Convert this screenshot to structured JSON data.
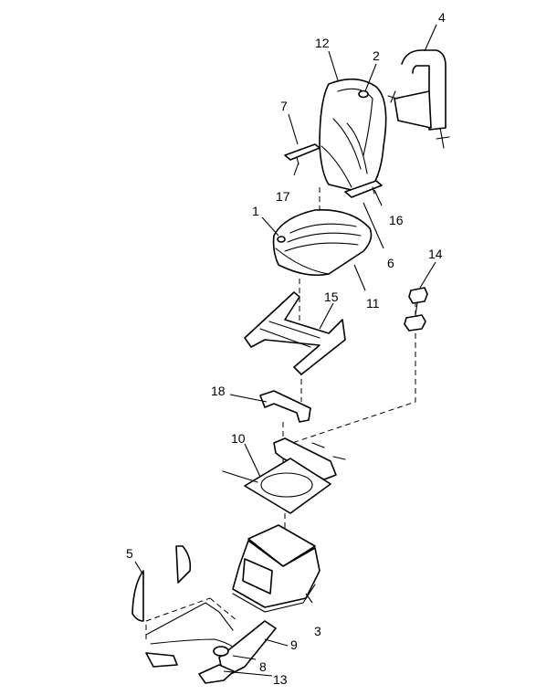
{
  "callouts": {
    "c1": "1",
    "c2": "2",
    "c3": "3",
    "c4": "4",
    "c5": "5",
    "c6": "6",
    "c7": "7",
    "c8": "8",
    "c9": "9",
    "c10": "10",
    "c11": "11",
    "c12": "12",
    "c13": "13",
    "c14": "14",
    "c15": "15",
    "c16": "16",
    "c17": "17",
    "c18": "18"
  },
  "colors": {
    "line": "#000000",
    "background": "#ffffff"
  }
}
